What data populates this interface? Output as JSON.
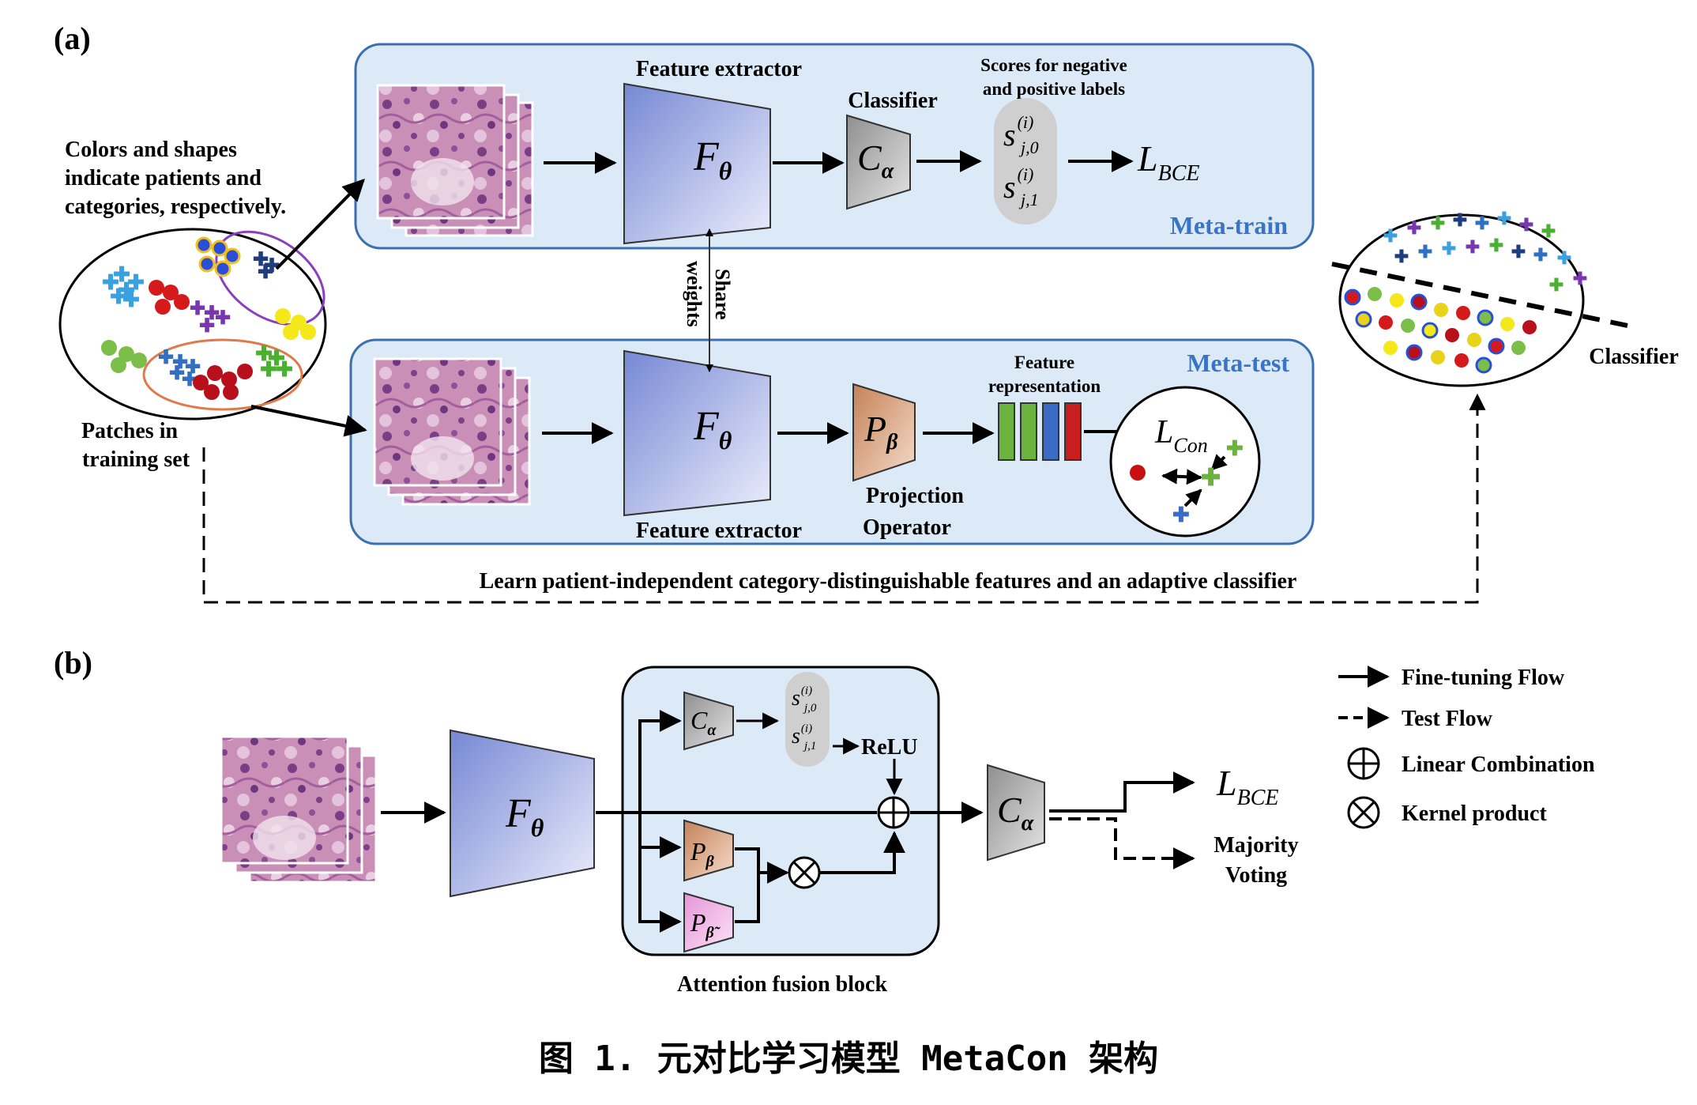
{
  "panel_a": {
    "label": "(a)",
    "legend_text_lines": [
      "Colors and shapes",
      "indicate patients and",
      "categories, respectively."
    ],
    "patches_label_lines": [
      "Patches in",
      "training set"
    ],
    "meta_train": {
      "title": "Meta-train",
      "feature_extractor_label": "Feature extractor",
      "extractor_symbol": "F",
      "extractor_subscript": "θ",
      "classifier_label": "Classifier",
      "classifier_symbol": "C",
      "classifier_subscript": "α",
      "scores_label_lines": [
        "Scores for negative",
        "and positive labels"
      ],
      "score_top_symbol": "s",
      "score_top_sub": "j,0",
      "score_top_sup": "(i)",
      "score_bottom_symbol": "s",
      "score_bottom_sub": "j,1",
      "score_bottom_sup": "(i)",
      "loss_symbol": "L",
      "loss_subscript": "BCE"
    },
    "share_weights_lines": [
      "Share",
      "weights"
    ],
    "meta_test": {
      "title": "Meta-test",
      "feature_extractor_label": "Feature extractor",
      "extractor_symbol": "F",
      "extractor_subscript": "θ",
      "projection_symbol": "P",
      "projection_subscript": "β",
      "projection_label_lines": [
        "Projection",
        "Operator"
      ],
      "feature_rep_lines": [
        "Feature",
        "representation"
      ],
      "loss_symbol": "L",
      "loss_subscript": "Con"
    },
    "classifier_side_label": "Classifier",
    "bottom_text": "Learn patient-independent category-distinguishable features and an adaptive classifier"
  },
  "panel_b": {
    "label": "(b)",
    "extractor_symbol": "F",
    "extractor_subscript": "θ",
    "block_label": "Attention fusion block",
    "inner_classifier_symbol": "C",
    "inner_classifier_subscript": "α",
    "score_top_symbol": "s",
    "score_top_sub": "j,0",
    "score_top_sup": "(i)",
    "score_bottom_symbol": "s",
    "score_bottom_sub": "j,1",
    "score_bottom_sup": "(i)",
    "relu_label": "ReLU",
    "proj_symbol": "P",
    "proj_subscript": "β",
    "proj2_symbol": "P",
    "proj2_subscript": "β̃",
    "out_classifier_symbol": "C",
    "out_classifier_subscript": "α",
    "loss_symbol": "L",
    "loss_subscript": "BCE",
    "voting_lines": [
      "Majority",
      "Voting"
    ],
    "legend": {
      "fine_tuning": "Fine-tuning Flow",
      "test": "Test Flow",
      "linear": "Linear Combination",
      "kernel": "Kernel product"
    }
  },
  "caption": "图 1.  元对比学习模型 MetaCon 架构",
  "colors": {
    "panel_fill": "#dce9f6",
    "panel_stroke": "#3a6fb0",
    "panel_title": "#3a74c4",
    "extractor_fill_a": "#7d8fd6",
    "extractor_fill_b": "#e8ebfb",
    "classifier_fill": "#a6a6a6",
    "projection_fill": "#cf9a72",
    "projection2_fill": "#e9a8dc",
    "score_fill": "#cfcfcf",
    "bar_green": "#6bb33e",
    "bar_blue": "#3a6cc6",
    "bar_red": "#c81e1e",
    "ellipse_purple": "#8a3fbf",
    "ellipse_orange": "#e07a4b"
  }
}
